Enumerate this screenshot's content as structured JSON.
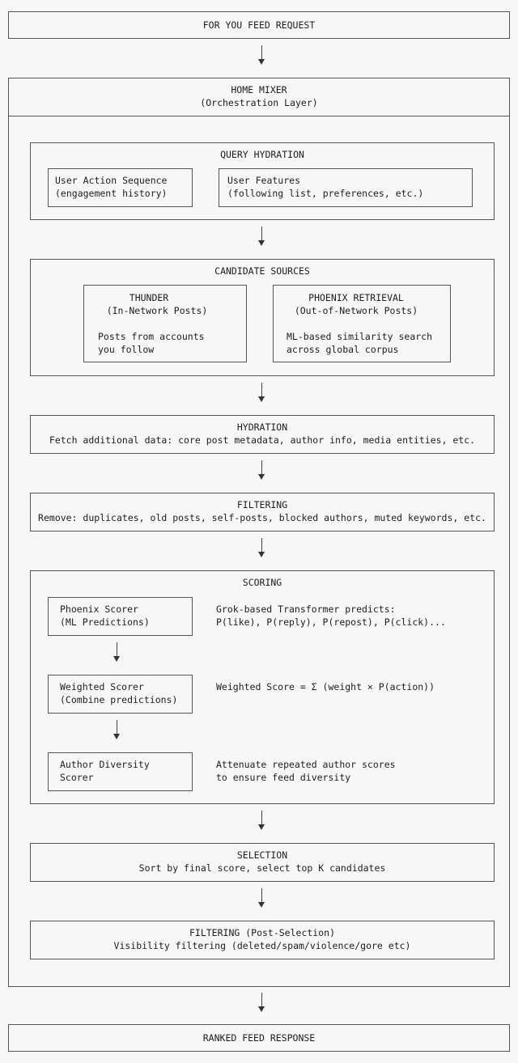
{
  "request": {
    "title": "FOR YOU FEED REQUEST"
  },
  "home_mixer": {
    "title": "HOME MIXER",
    "subtitle": "(Orchestration Layer)"
  },
  "query_hydration": {
    "title": "QUERY HYDRATION",
    "user_action_sequence": {
      "line1": "User Action Sequence",
      "line2": "(engagement history)"
    },
    "user_features": {
      "line1": "User Features",
      "line2": "(following list, preferences, etc.)"
    }
  },
  "candidate_sources": {
    "title": "CANDIDATE SOURCES",
    "thunder": {
      "title": "THUNDER",
      "subtitle": "(In-Network Posts)",
      "desc1": "Posts from accounts",
      "desc2": "you follow"
    },
    "phoenix_retrieval": {
      "title": "PHOENIX RETRIEVAL",
      "subtitle": "(Out-of-Network Posts)",
      "desc1": "ML-based similarity search",
      "desc2": "across global corpus"
    }
  },
  "hydration": {
    "title": "HYDRATION",
    "desc": "Fetch additional data: core post metadata, author info, media entities, etc."
  },
  "filtering": {
    "title": "FILTERING",
    "desc": "Remove: duplicates, old posts, self-posts, blocked authors, muted keywords, etc."
  },
  "scoring": {
    "title": "SCORING",
    "phoenix_scorer": {
      "line1": "Phoenix Scorer",
      "line2": "(ML Predictions)",
      "note1": "Grok-based Transformer predicts:",
      "note2": "P(like), P(reply), P(repost), P(click)..."
    },
    "weighted_scorer": {
      "line1": "Weighted Scorer",
      "line2": "(Combine predictions)",
      "note1": "Weighted Score = Σ (weight × P(action))"
    },
    "author_diversity": {
      "line1": "Author Diversity",
      "line2": "Scorer",
      "note1": "Attenuate repeated author scores",
      "note2": "to ensure feed diversity"
    }
  },
  "selection": {
    "title": "SELECTION",
    "desc": "Sort by final score, select top K candidates"
  },
  "post_filtering": {
    "title": "FILTERING (Post-Selection)",
    "desc": "Visibility filtering (deleted/spam/violence/gore etc)"
  },
  "response": {
    "title": "RANKED FEED RESPONSE"
  }
}
